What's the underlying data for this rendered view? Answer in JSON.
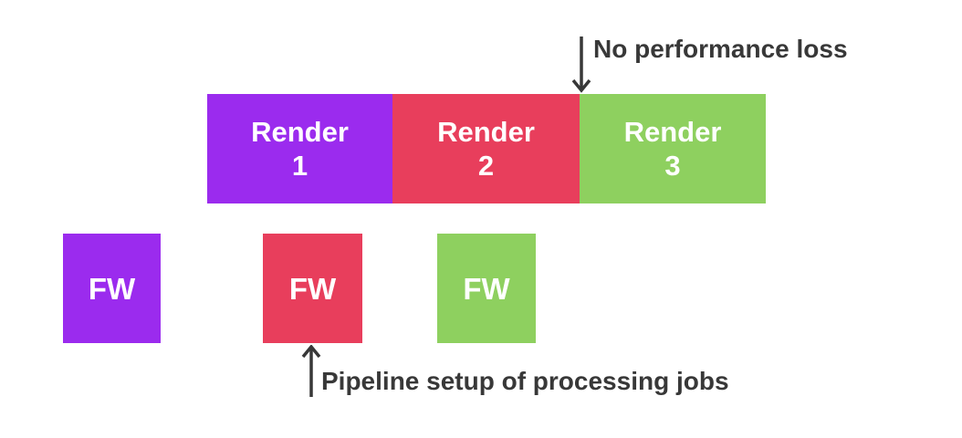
{
  "canvas": {
    "background": "#FFFFFF"
  },
  "render_row": {
    "blocks": [
      {
        "line1": "Render",
        "line2": "1",
        "color": "#9B2BEE"
      },
      {
        "line1": "Render",
        "line2": "2",
        "color": "#E83E5C"
      },
      {
        "line1": "Render",
        "line2": "3",
        "color": "#8ED05F"
      }
    ]
  },
  "fw_row": {
    "blocks": [
      {
        "label": "FW",
        "color": "#9B2BEE"
      },
      {
        "label": "FW",
        "color": "#E83E5C"
      },
      {
        "label": "FW",
        "color": "#8ED05F"
      }
    ]
  },
  "annotations": {
    "top": {
      "text": "No performance loss"
    },
    "bottom": {
      "text": "Pipeline setup of processing jobs"
    },
    "text_color": "#383838",
    "arrow_color": "#383838",
    "block_text_color": "#FFFFFF"
  }
}
